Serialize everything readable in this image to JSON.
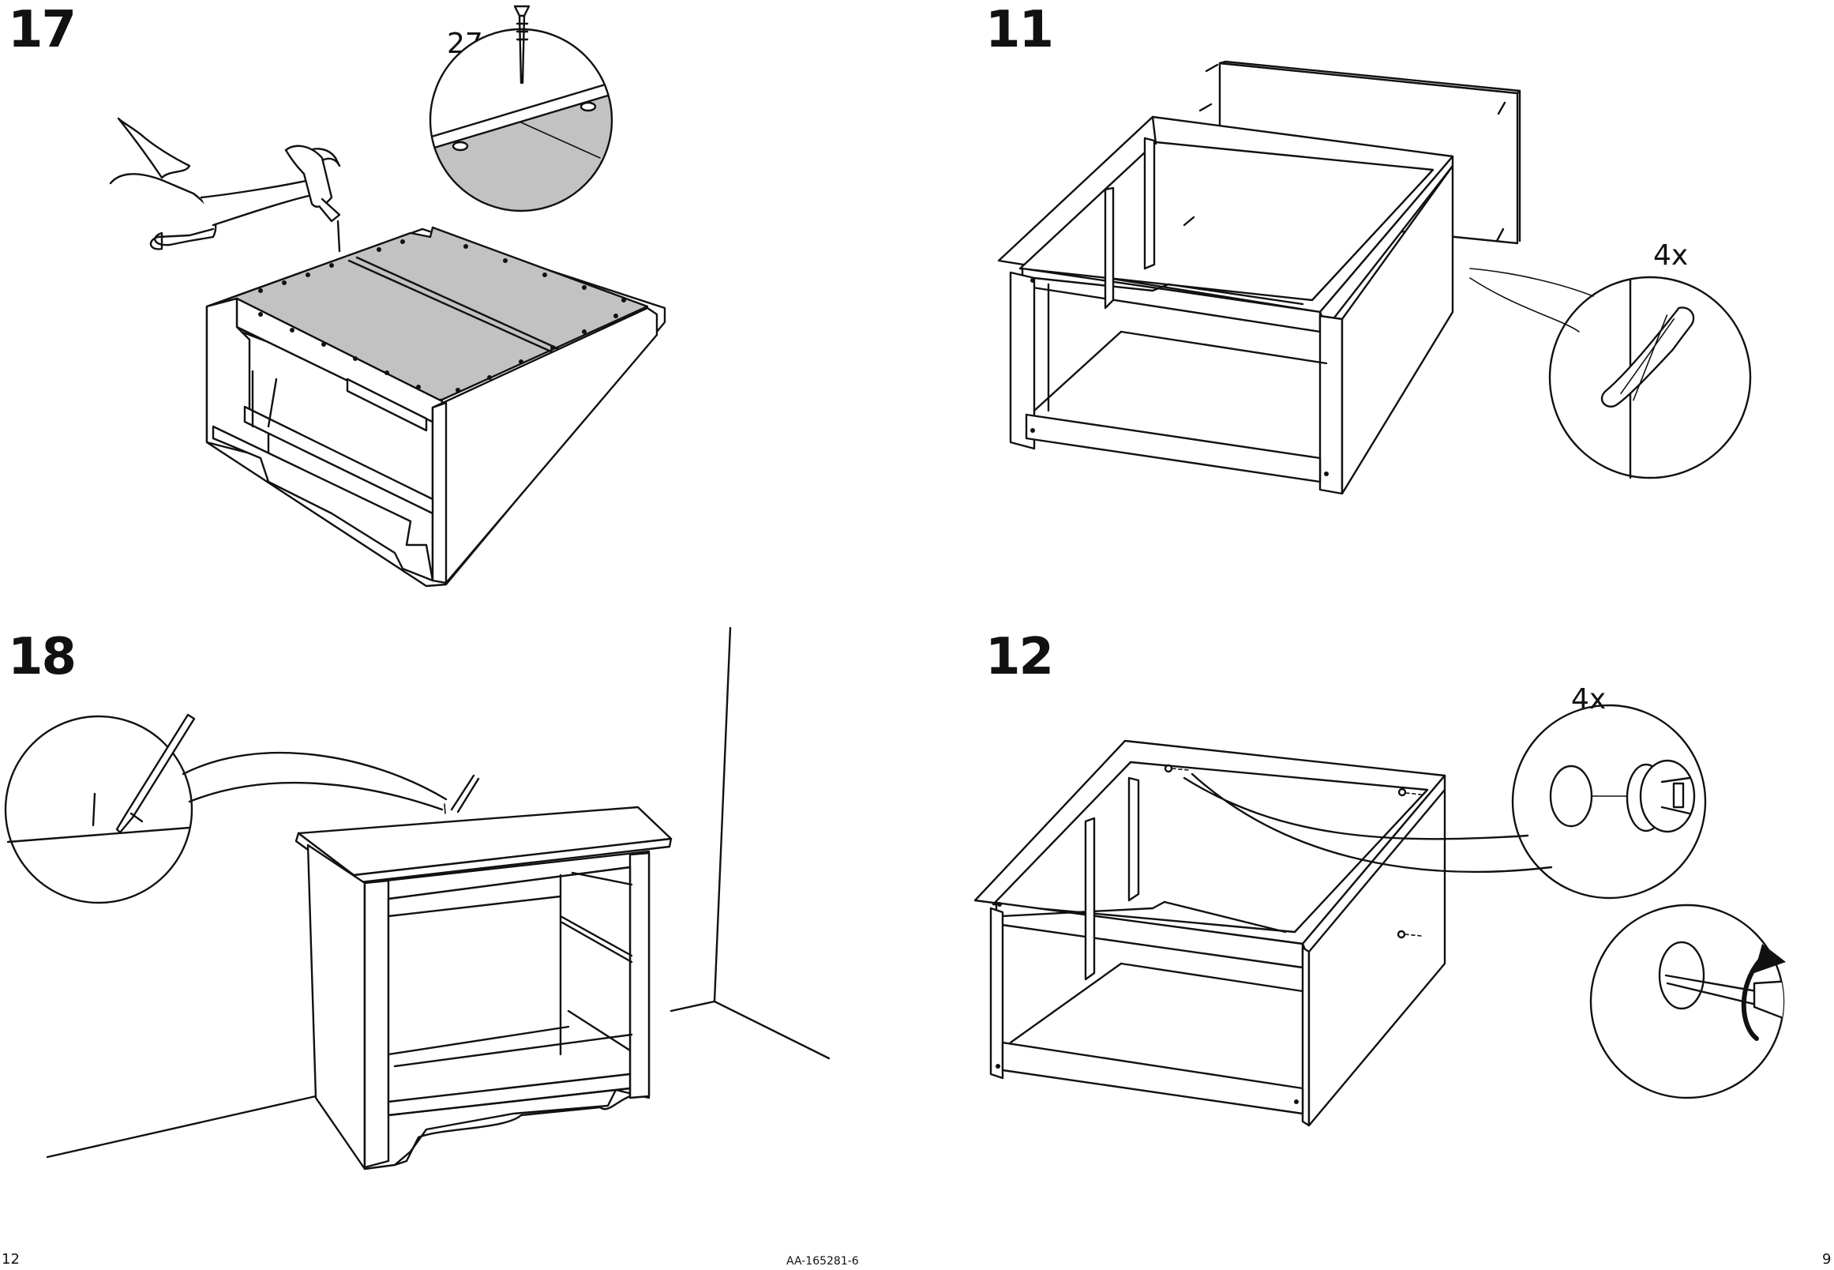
{
  "steps": [
    {
      "number": "17",
      "quantity": "27x"
    },
    {
      "number": "11",
      "quantity": "4x"
    },
    {
      "number": "18"
    },
    {
      "number": "12",
      "quantity": "4x"
    }
  ],
  "footer": {
    "page_left": "12",
    "doc_code": "AA-165281-6",
    "page_right": "9"
  }
}
